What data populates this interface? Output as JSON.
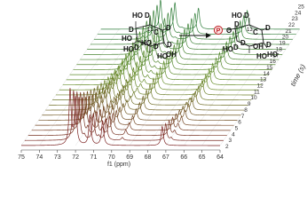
{
  "chart_data": {
    "type": "line",
    "xlabel": "f1 (ppm)",
    "x_ticks": [
      75,
      74,
      73,
      72,
      71,
      70,
      69,
      68,
      67,
      66,
      65,
      64
    ],
    "x_direction": "reversed",
    "depth_label": "time (s)",
    "depth_ticks": [
      2,
      3,
      4,
      5,
      6,
      7,
      8,
      9,
      10,
      11,
      12,
      13,
      14,
      15,
      16,
      17,
      18,
      19,
      20,
      21,
      22,
      23,
      24,
      25
    ],
    "series_color_gradient": [
      "#7a1f1f",
      "#6a8f2a",
      "#2e7d3a"
    ],
    "substrate_peaks_ppm": [
      72.3,
      72.0,
      71.2,
      70.5,
      67.2
    ],
    "product_peaks_ppm": [
      71.7,
      70.9,
      69.6,
      66.9
    ]
  },
  "reaction_scheme": {
    "reactant_labels": [
      "HO",
      "D",
      "D",
      "HO",
      "D",
      "HO",
      "D",
      "HO",
      "D",
      "HO",
      "D",
      "OH"
    ],
    "reactant_13c": "13",
    "reactant_c": "C",
    "product_phosphate": "P",
    "product_labels": [
      "HO",
      "D",
      "D",
      "O",
      "D",
      "HO",
      "D",
      "HO",
      "D",
      "HO",
      "D",
      "OH"
    ],
    "product_13c": "13",
    "product_c": "C"
  }
}
